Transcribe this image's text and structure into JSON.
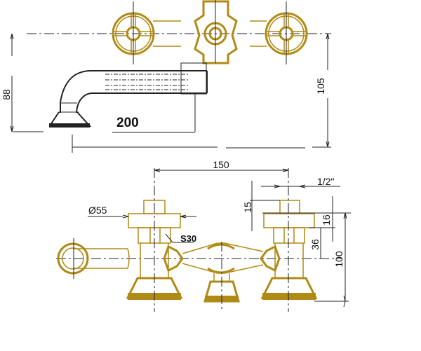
{
  "top_view": {
    "dim_spout_length": "200",
    "dim_spout_height": "88",
    "dim_depth": "105"
  },
  "front_view": {
    "dim_center_distance": "150",
    "dim_flange_diameter": "Ø55",
    "dim_nut": "S30",
    "dim_thread": "1/2\"",
    "dim_stub_height": "15",
    "dim_flange_height": "16",
    "dim_body_offset": "36",
    "dim_total_height": "100"
  },
  "colors": {
    "brass": "#b08a14",
    "line": "#222222"
  }
}
